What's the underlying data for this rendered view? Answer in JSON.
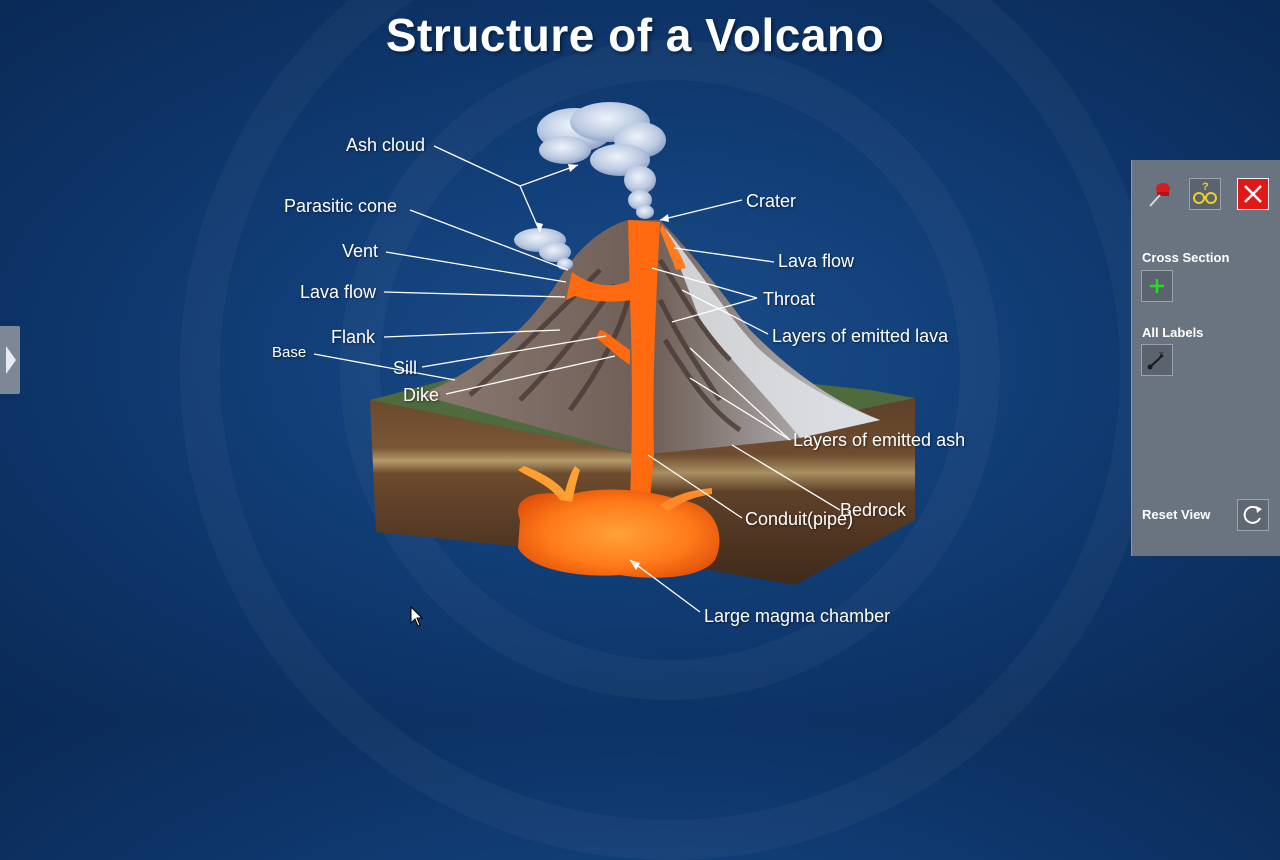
{
  "title": "Structure of a Volcano",
  "labels": {
    "ash_cloud": "Ash cloud",
    "parasitic_cone": "Parasitic cone",
    "vent": "Vent",
    "lava_flow_left": "Lava flow",
    "flank": "Flank",
    "base": "Base",
    "sill": "Sill",
    "dike": "Dike",
    "crater": "Crater",
    "lava_flow_right": "Lava flow",
    "throat": "Throat",
    "layers_lava": "Layers of emitted lava",
    "layers_ash": "Layers of emitted ash",
    "bedrock": "Bedrock",
    "conduit": "Conduit(pipe)",
    "magma_chamber": "Large magma chamber"
  },
  "panel": {
    "cross_section_label": "Cross Section",
    "all_labels_label": "All Labels",
    "reset_view_label": "Reset View",
    "icons": [
      "pin-icon",
      "glasses-help-icon",
      "close-icon",
      "plus-icon",
      "labels-toggle-icon",
      "refresh-icon"
    ]
  },
  "colors": {
    "background": "#0d3366",
    "panel": "#6a7480",
    "lava": "#ff6a10",
    "close_button": "#e01818",
    "plus": "#22dd22"
  }
}
